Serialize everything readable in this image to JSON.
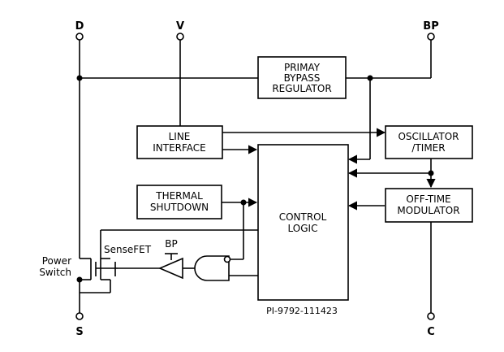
{
  "pins": {
    "d": "D",
    "v": "V",
    "bp": "BP",
    "s": "S",
    "c": "C"
  },
  "blocks": {
    "bypass_regulator": [
      "PRIMAY",
      "BYPASS",
      "REGULATOR"
    ],
    "line_interface": [
      "LINE",
      "INTERFACE"
    ],
    "oscillator_timer": [
      "OSCILLATOR",
      "/TIMER"
    ],
    "control_logic": [
      "CONTROL",
      "LOGIC"
    ],
    "thermal_shutdown": [
      "THERMAL",
      "SHUTDOWN"
    ],
    "off_time_modulator": [
      "OFF-TIME",
      "MODULATOR"
    ]
  },
  "labels": {
    "power_switch": [
      "Power",
      "Switch"
    ],
    "sensefet": "SenseFET",
    "bp_ref": "BP",
    "part_number": "PI-9792-111423"
  }
}
